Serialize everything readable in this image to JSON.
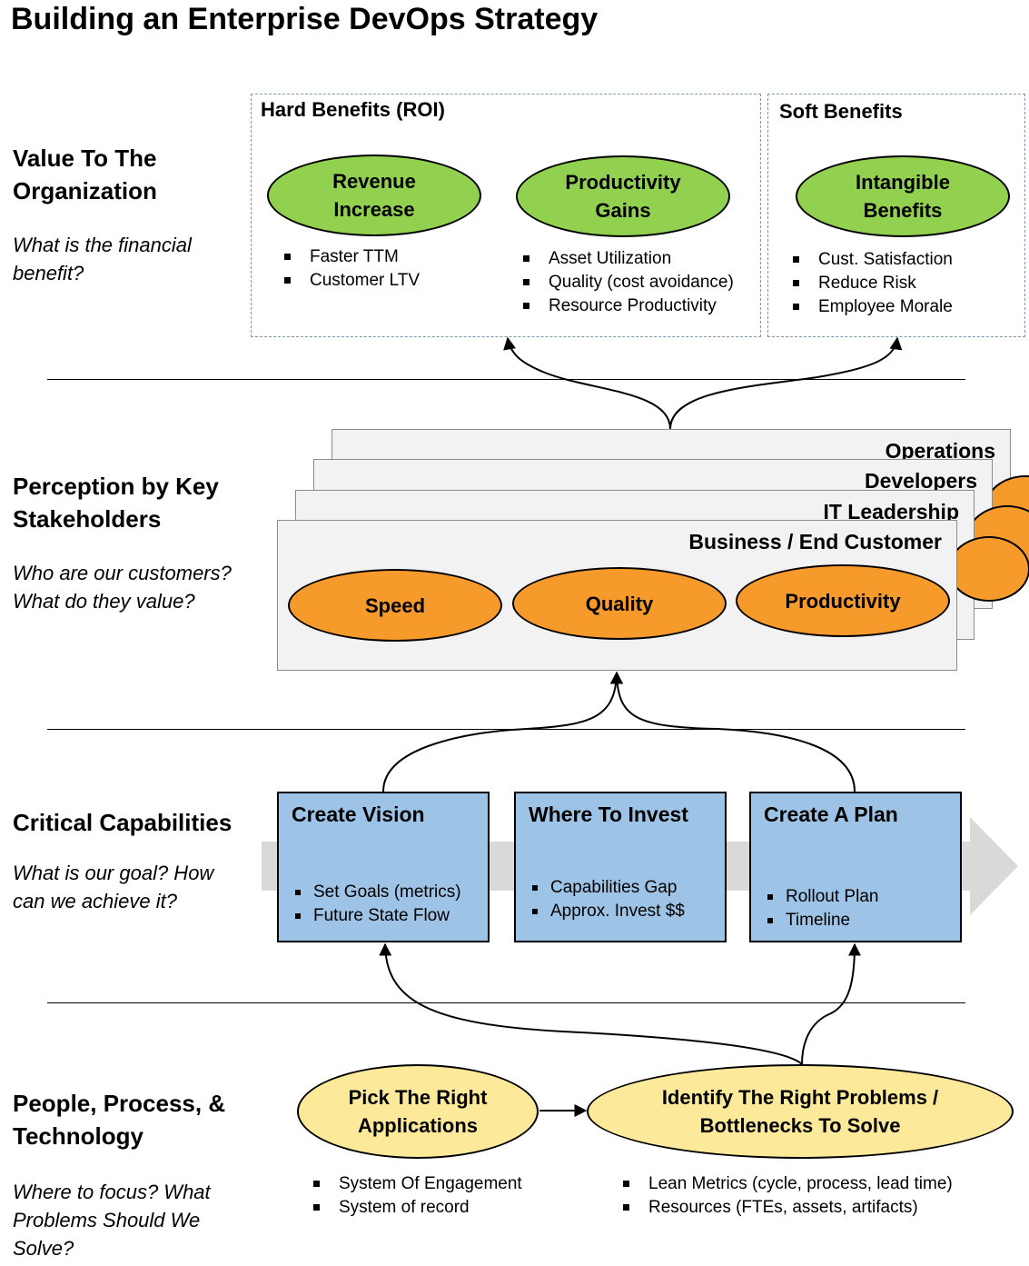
{
  "title": "Building an Enterprise DevOps Strategy",
  "sections": [
    {
      "title": "Value To The Organization",
      "question": "What is the financial benefit?"
    },
    {
      "title": "Perception by Key Stakeholders",
      "question": "Who are our customers? What do they value?"
    },
    {
      "title": "Critical Capabilities",
      "question": "What is our goal?  How can we achieve it?"
    },
    {
      "title": "People, Process, & Technology",
      "question": "Where to focus? What Problems Should We Solve?"
    }
  ],
  "value": {
    "hard_label": "Hard Benefits (ROI)",
    "soft_label": "Soft Benefits",
    "revenue": {
      "label": "Revenue Increase",
      "bullets": [
        "Faster TTM",
        "Customer LTV"
      ]
    },
    "productivity": {
      "label": "Productivity Gains",
      "bullets": [
        "Asset Utilization",
        "Quality (cost avoidance)",
        "Resource Productivity"
      ]
    },
    "intangible": {
      "label": "Intangible Benefits",
      "bullets": [
        "Cust. Satisfaction",
        "Reduce Risk",
        "Employee Morale"
      ]
    }
  },
  "stakeholders": {
    "cards": [
      "Operations",
      "Developers",
      "IT Leadership",
      "Business / End Customer"
    ],
    "values": [
      "Speed",
      "Quality",
      "Productivity"
    ]
  },
  "capabilities": [
    {
      "title": "Create Vision",
      "bullets": [
        "Set Goals (metrics)",
        "Future State Flow"
      ]
    },
    {
      "title": "Where To Invest",
      "bullets": [
        "Capabilities Gap",
        "Approx. Invest $$"
      ]
    },
    {
      "title": "Create A Plan",
      "bullets": [
        "Rollout Plan",
        "Timeline"
      ]
    }
  ],
  "people": {
    "apps": {
      "label": "Pick The Right Applications",
      "bullets": [
        "System Of Engagement",
        "System of record"
      ]
    },
    "problems": {
      "label": "Identify The Right Problems / Bottlenecks To Solve",
      "bullets": [
        "Lean Metrics (cycle, process, lead time)",
        "Resources (FTEs, assets, artifacts)"
      ]
    }
  },
  "colors": {
    "value_ellipse": "#92d050",
    "stakeholder_ellipse": "#f79a2c",
    "capability_box": "#9dc3e6",
    "people_ellipse": "#fde99a",
    "card_fill": "#f2f2f2",
    "flow_arrow": "#d9d9d9"
  }
}
